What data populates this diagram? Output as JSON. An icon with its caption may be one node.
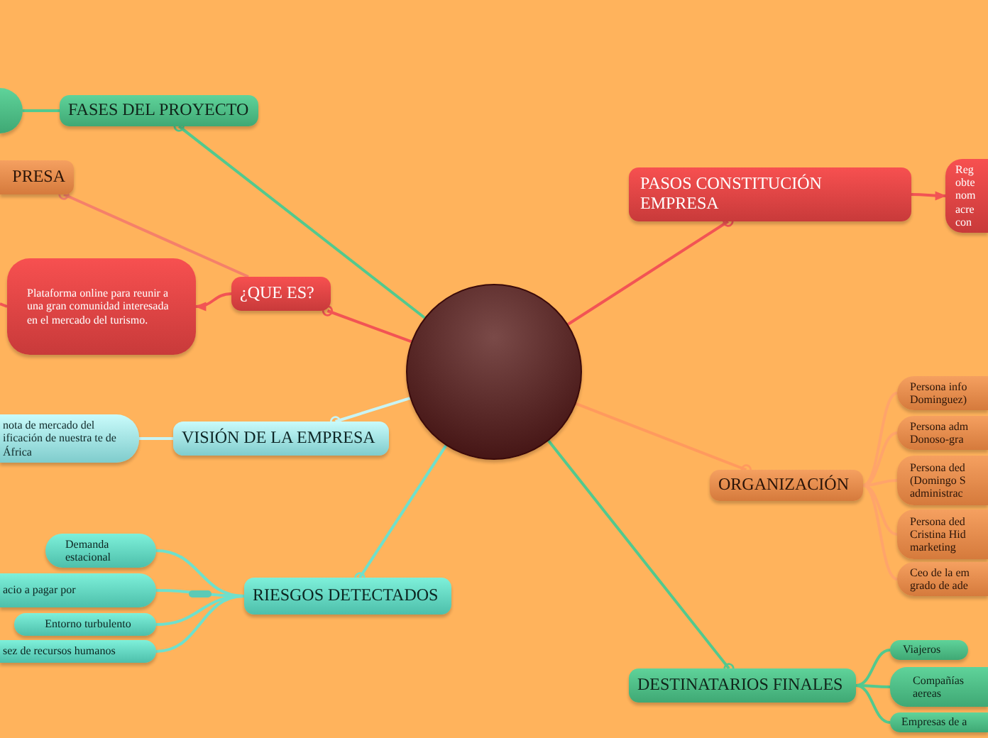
{
  "diagram": {
    "nodes": [
      {
        "text": [],
        "shape": "circle"
      },
      {
        "text": [
          "FASES DEL PROYECTO"
        ]
      },
      {
        "text": [],
        "shape": "circle"
      },
      {
        "text": [
          "PRESA"
        ]
      },
      {
        "text": [
          "¿QUE ES?"
        ]
      },
      {
        "text": [
          "Plataforma online para reunir a una gran comunidad interesada en el mercado del turismo."
        ]
      },
      {
        "text": [
          "VISIÓN DE LA EMPRESA"
        ]
      },
      {
        "text": [
          "nota de mercado del ificación de nuestra te de África"
        ]
      },
      {
        "text": [
          "RIESGOS DETECTADOS"
        ]
      },
      {
        "text": [
          "Demanda estacional"
        ]
      },
      {
        "text": [
          "acio a pagar por"
        ]
      },
      {
        "text": [
          "Entorno turbulento"
        ]
      },
      {
        "text": [
          "sez de recursos humanos"
        ]
      },
      {
        "text": [
          "PASOS CONSTITUCIÓN EMPRESA"
        ]
      },
      {
        "text": [
          "Reg obte nom acre con"
        ]
      },
      {
        "text": [
          "ORGANIZACIÓN"
        ]
      },
      {
        "text": [
          "Persona info Dominguez)"
        ]
      },
      {
        "text": [
          "Persona adm Donoso-gra"
        ]
      },
      {
        "text": [
          "Persona ded (Domingo S administrac"
        ]
      },
      {
        "text": [
          "Persona ded Cristina Hid marketing"
        ]
      },
      {
        "text": [
          "Ceo de la em grado de ade"
        ]
      },
      {
        "text": [
          "DESTINATARIOS FINALES"
        ]
      },
      {
        "text": [
          "Viajeros"
        ]
      },
      {
        "text": [
          "Compañías aereas"
        ]
      },
      {
        "text": [
          "Empresas de a"
        ]
      }
    ],
    "edges": [
      {
        "from": 2,
        "to": 1,
        "arrow": "other",
        "color": "#52c98e"
      },
      {
        "from": 1,
        "to": 0,
        "arrow": "none",
        "color": "#52c98e"
      },
      {
        "from": 2,
        "to": 4,
        "arrow": "other",
        "color": "#f25454"
      },
      {
        "from": 4,
        "to": 3,
        "arrow": "other",
        "color": "#f5806a"
      },
      {
        "from": 4,
        "to": 5,
        "arrow": "to",
        "color": "#f25454"
      },
      {
        "from": 5,
        "to": null,
        "arrow": "none",
        "color": "#f25454"
      },
      {
        "from": 2,
        "to": 6,
        "arrow": "other",
        "color": "#c8f4f4"
      },
      {
        "from": 6,
        "to": 7,
        "arrow": "none",
        "color": "#c8f4f4"
      },
      {
        "from": 2,
        "to": 8,
        "arrow": "other",
        "color": "#6ee0cc"
      },
      {
        "from": 8,
        "to": 9,
        "arrow": "none",
        "color": "#6ee0cc"
      },
      {
        "from": 8,
        "to": 10,
        "arrow": "none",
        "color": "#6ee0cc"
      },
      {
        "from": 8,
        "to": 11,
        "arrow": "none",
        "color": "#6ee0cc"
      },
      {
        "from": 8,
        "to": 12,
        "arrow": "none",
        "color": "#6ee0cc"
      },
      {
        "from": 2,
        "to": 13,
        "arrow": "other",
        "color": "#f25454"
      },
      {
        "from": 13,
        "to": 14,
        "arrow": "to",
        "color": "#f25454"
      },
      {
        "from": 2,
        "to": 15,
        "arrow": "other",
        "color": "#ff9a5e"
      },
      {
        "from": 15,
        "to": 16,
        "arrow": "none",
        "color": "#ffa46a"
      },
      {
        "from": 15,
        "to": 17,
        "arrow": "none",
        "color": "#ffa46a"
      },
      {
        "from": 15,
        "to": 18,
        "arrow": "none",
        "color": "#ffa46a"
      },
      {
        "from": 15,
        "to": 19,
        "arrow": "none",
        "color": "#ffa46a"
      },
      {
        "from": 15,
        "to": 20,
        "arrow": "none",
        "color": "#ffa46a"
      },
      {
        "from": 2,
        "to": 21,
        "arrow": "other",
        "color": "#52c98e"
      },
      {
        "from": 21,
        "to": 22,
        "arrow": "none",
        "color": "#52c98e"
      },
      {
        "from": 21,
        "to": 23,
        "arrow": "none",
        "color": "#52c98e"
      },
      {
        "from": 21,
        "to": 24,
        "arrow": "none",
        "color": "#52c98e"
      }
    ]
  }
}
